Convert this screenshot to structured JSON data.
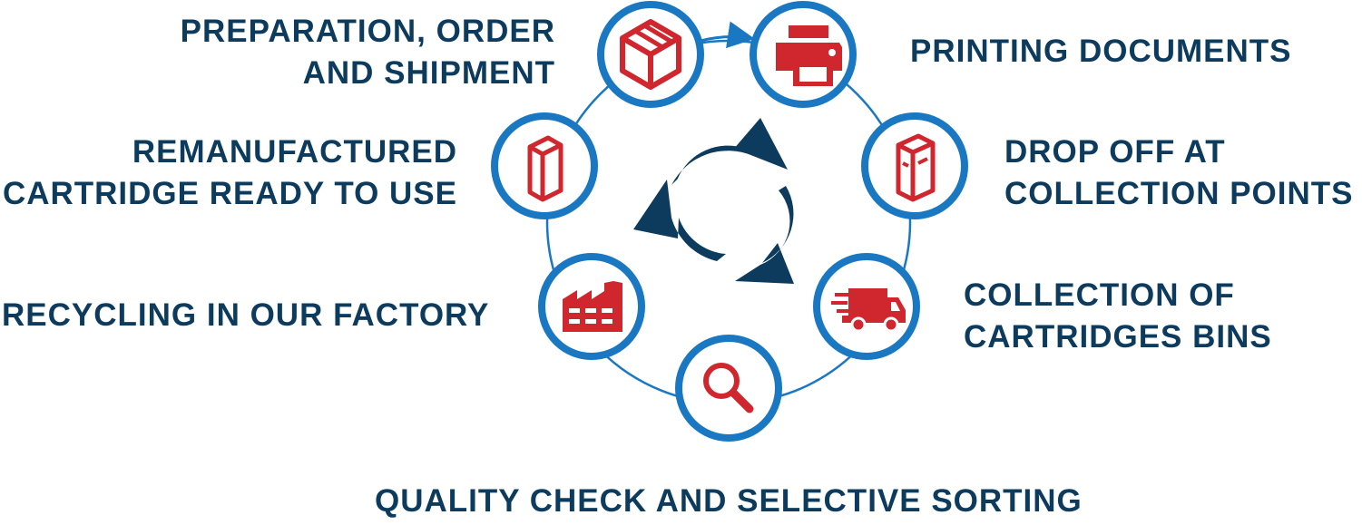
{
  "colors": {
    "ring": "#1a78c2",
    "text": "#0d3b5e",
    "icon": "#d0262e",
    "arrows": "#0d3b5e"
  },
  "steps": [
    {
      "line1": "PREPARATION, ORDER",
      "line2": "AND SHIPMENT",
      "icon": "box-icon"
    },
    {
      "line1": "PRINTING DOCUMENTS",
      "icon": "printer-icon"
    },
    {
      "line1": "DROP OFF AT",
      "line2": "COLLECTION POINTS",
      "icon": "collection-box-icon"
    },
    {
      "line1": "COLLECTION OF",
      "line2": "CARTRIDGES BINS",
      "icon": "delivery-truck-icon"
    },
    {
      "line1": "QUALITY CHECK AND SELECTIVE SORTING",
      "icon": "magnifier-icon"
    },
    {
      "line1": "RECYCLING IN OUR FACTORY",
      "icon": "factory-icon"
    },
    {
      "line1": "REMANUFACTURED",
      "line2": "CARTRIDGE READY TO USE",
      "icon": "cartridge-icon"
    }
  ]
}
